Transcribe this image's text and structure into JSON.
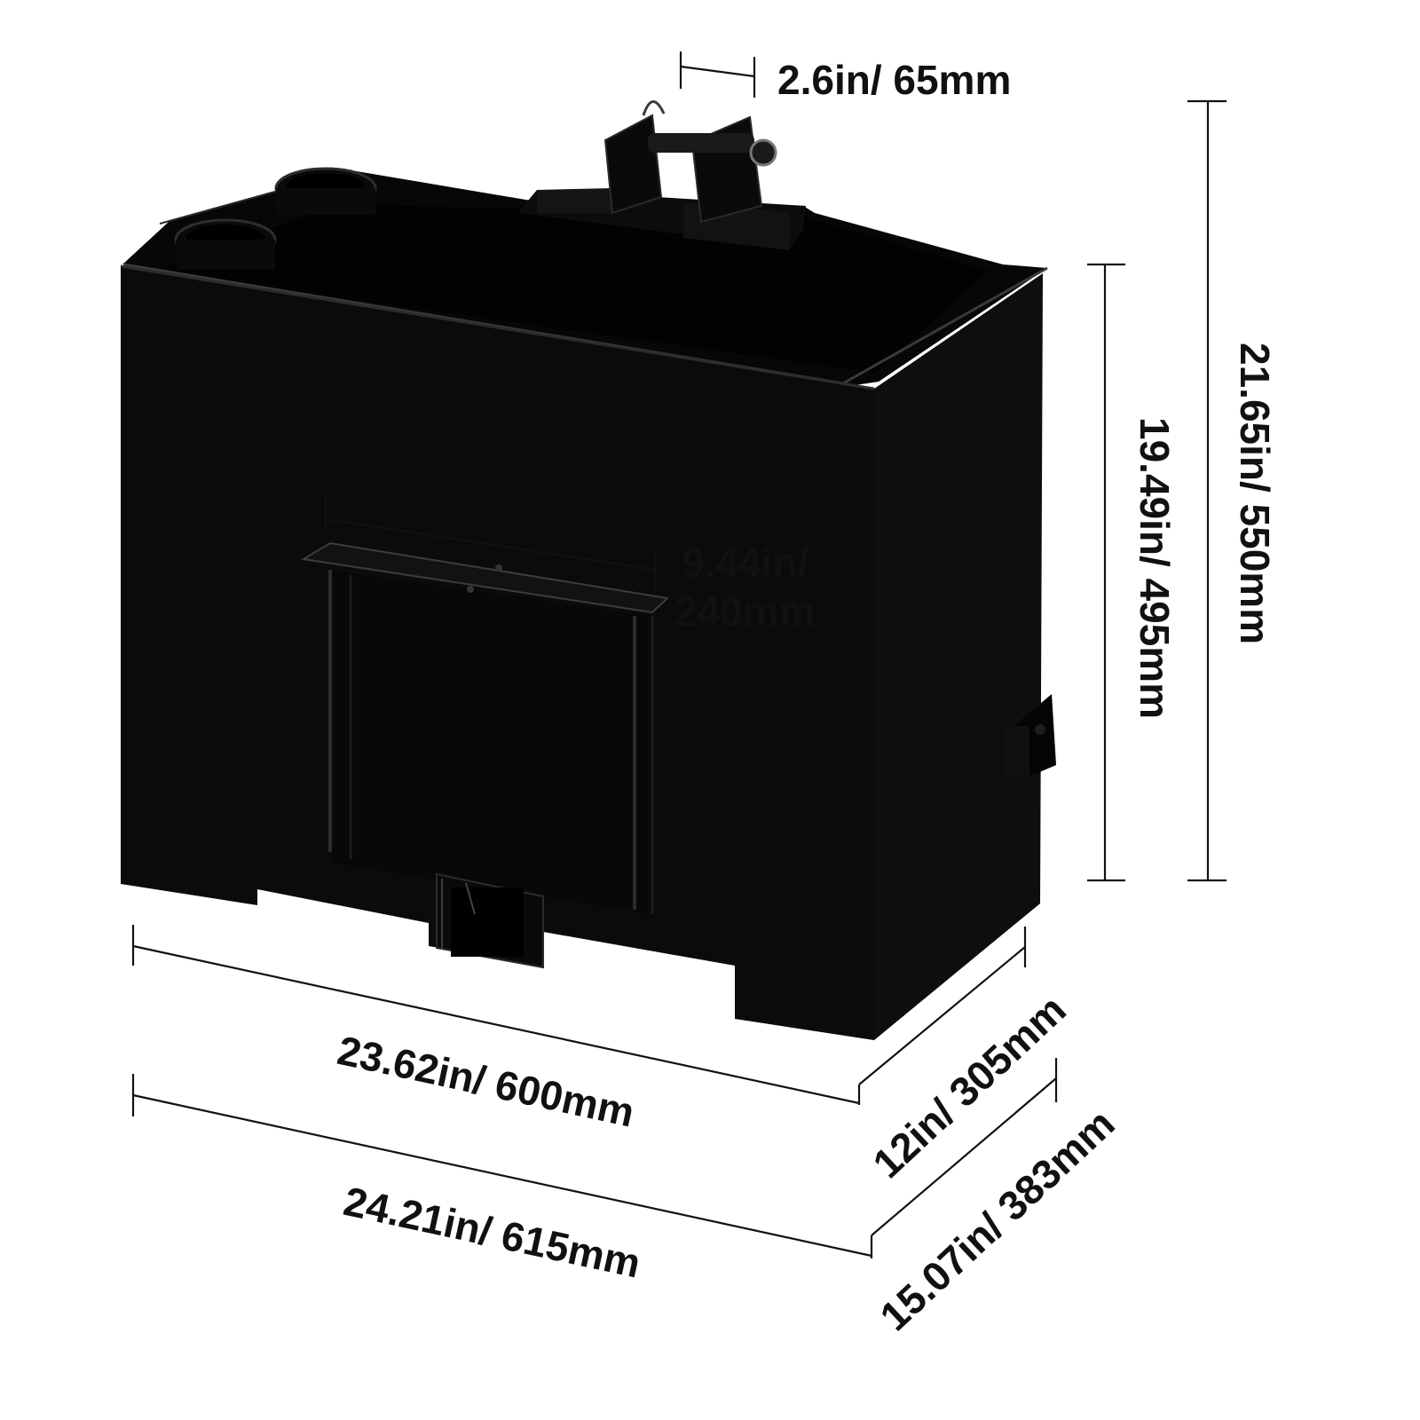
{
  "dimensions": {
    "hitch_pin_width": "2.6in/ 65mm",
    "receiver_plate_width_line1": "9.44in/",
    "receiver_plate_width_line2": "240mm",
    "body_width": "23.62in/ 600mm",
    "overall_width": "24.21in/ 615mm",
    "body_depth": "12in/ 305mm",
    "overall_depth": "15.07in/ 383mm",
    "body_height": "19.49in/ 495mm",
    "overall_height": "21.65in/ 550mm"
  },
  "colors": {
    "product": "#0b0b0b",
    "product_highlight": "#3a3a3a",
    "dimension_lines": "#111111",
    "background": "#ffffff"
  }
}
